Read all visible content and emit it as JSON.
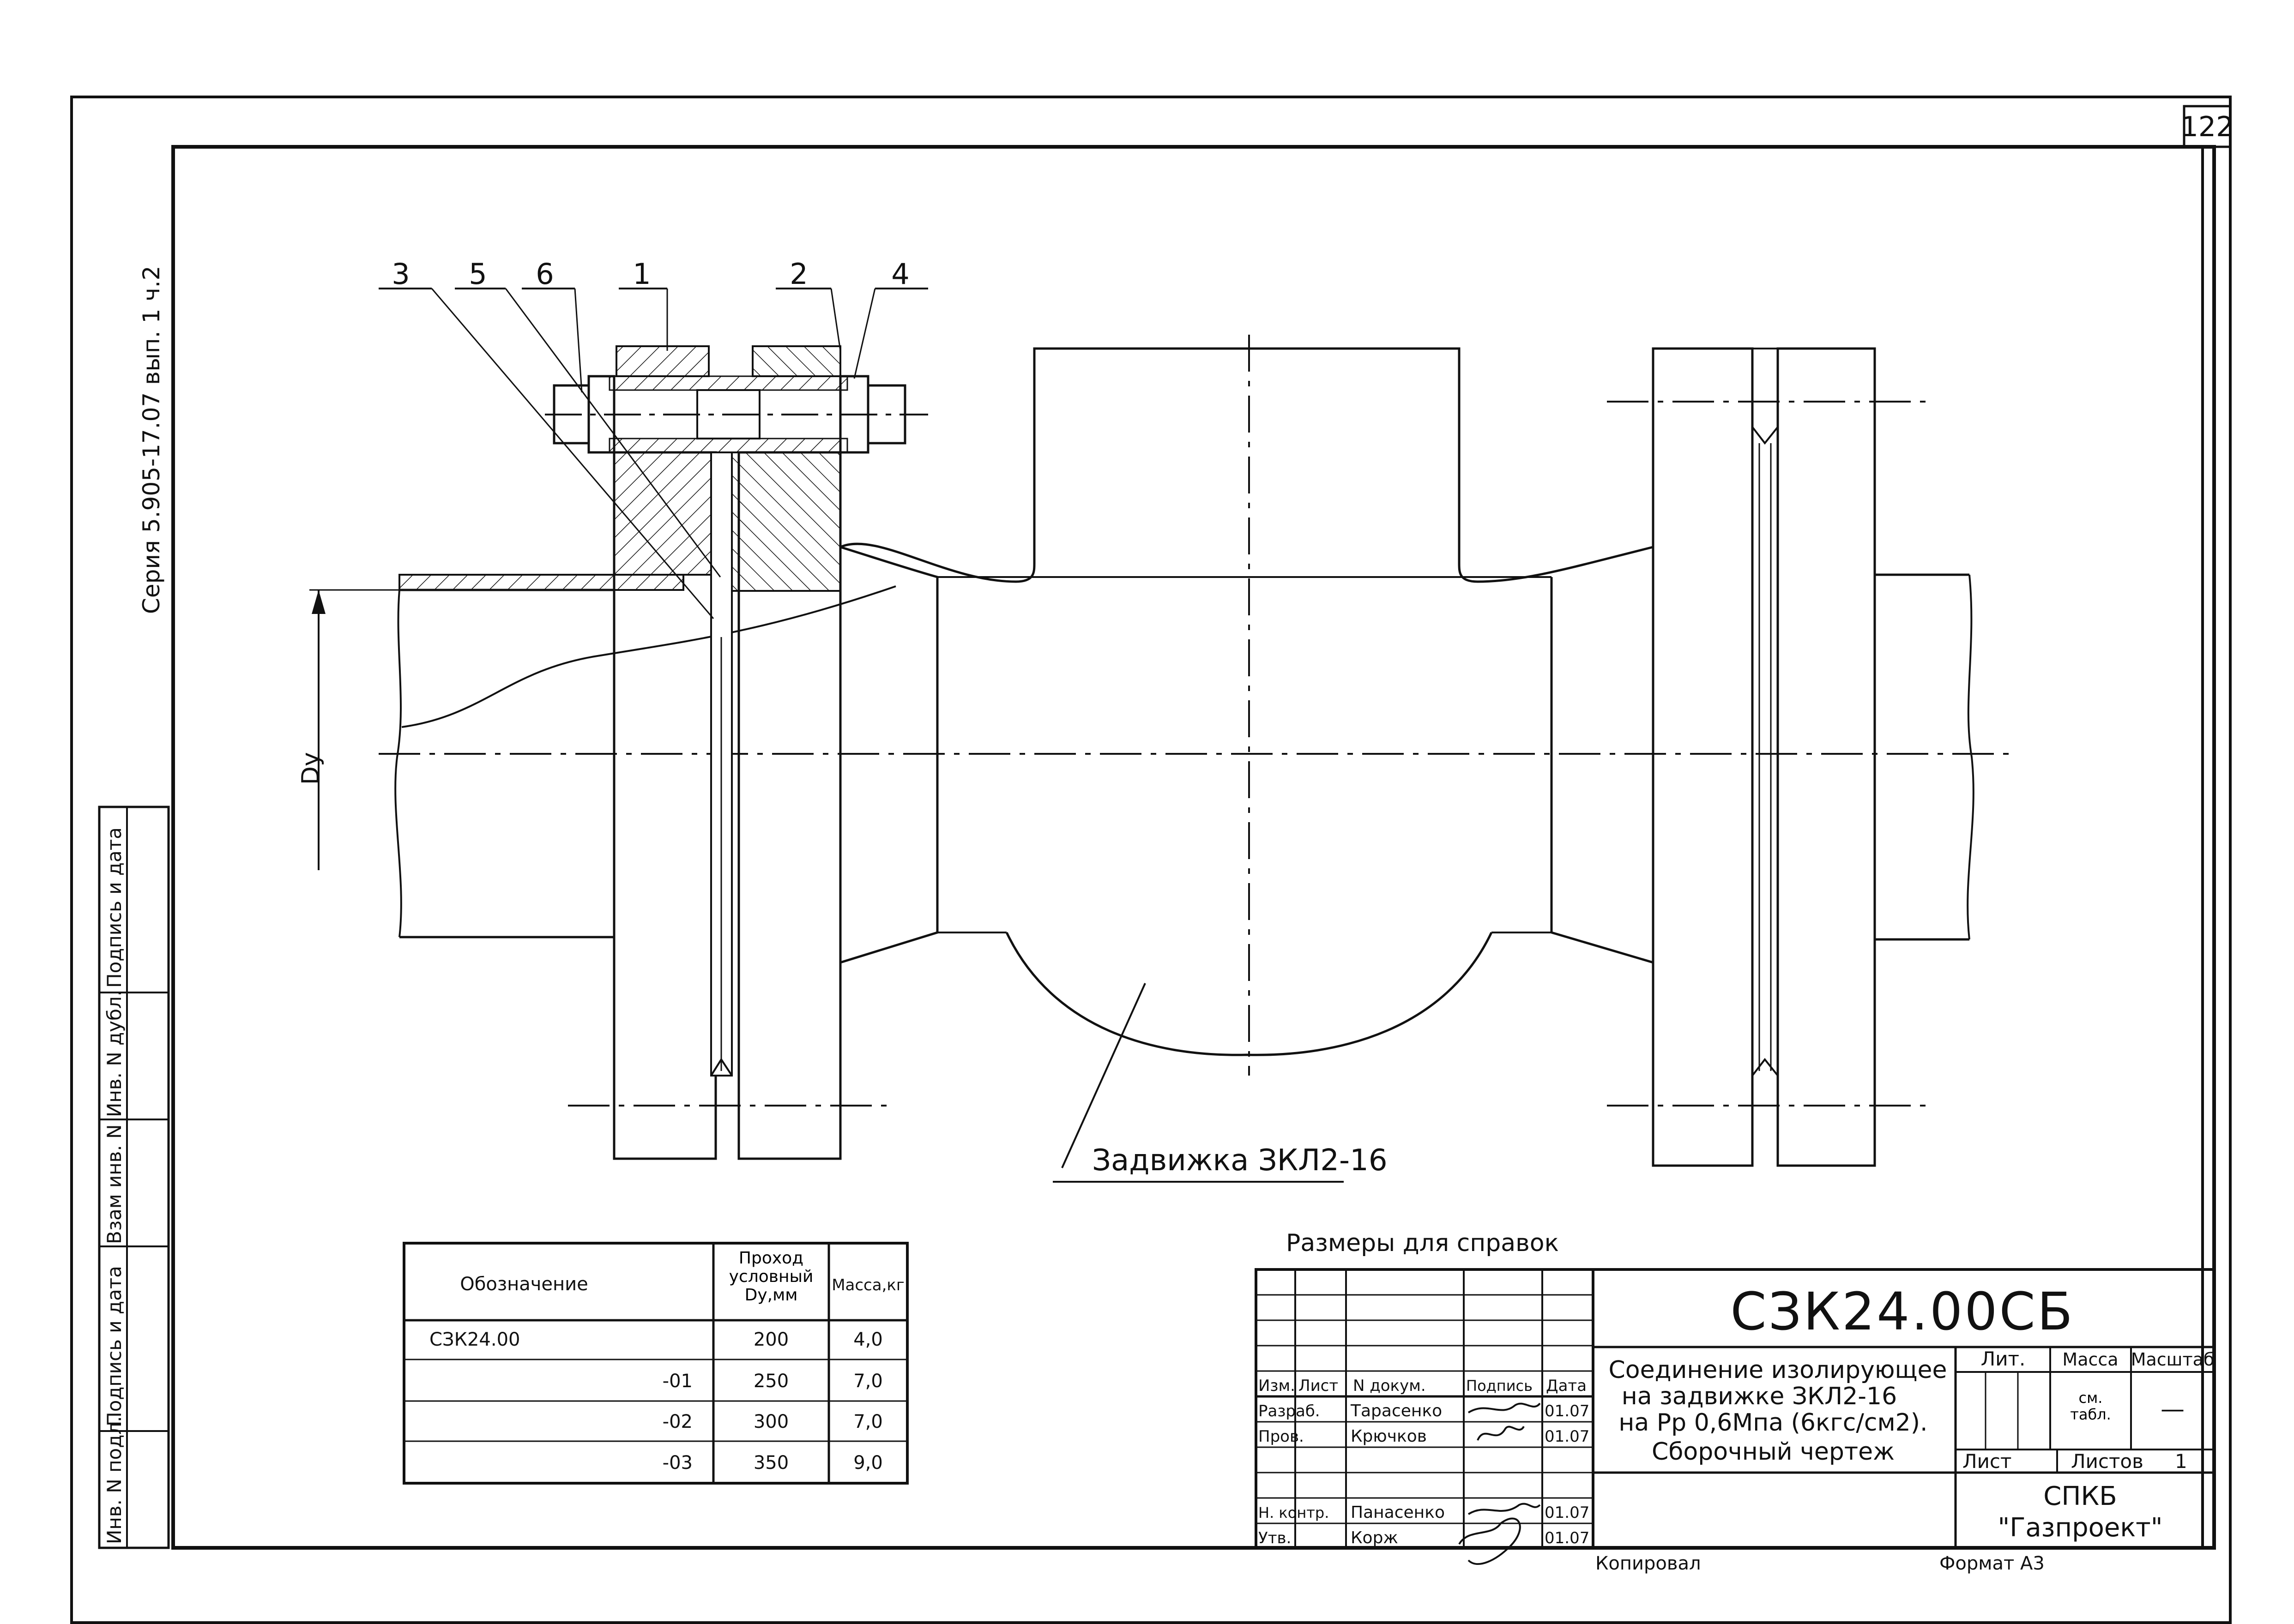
{
  "sheet": {
    "page_number": "122",
    "series_text": "Серия 5.905-17.07 вып. 1 ч.2",
    "side_stamp": [
      "Инв. N подл.",
      "Подпись и дата",
      "Взам инв. N",
      "Инв. N дубл.",
      "Подпись и дата"
    ]
  },
  "drawing": {
    "callouts": [
      "3",
      "5",
      "6",
      "1",
      "2",
      "4"
    ],
    "dy_label": "Dy",
    "valve_label": "Задвижка ЗКЛ2-16"
  },
  "spec_table": {
    "headers": [
      "Обозначение",
      "Проход условный Dy,мм",
      "Масса,кг"
    ],
    "rows": [
      {
        "designation": "СЗК24.00",
        "dy": "200",
        "mass": "4,0"
      },
      {
        "designation": "-01",
        "dy": "250",
        "mass": "7,0"
      },
      {
        "designation": "-02",
        "dy": "300",
        "mass": "7,0"
      },
      {
        "designation": "-03",
        "dy": "350",
        "mass": "9,0"
      }
    ]
  },
  "notes": {
    "reference_dims": "Размеры для справок"
  },
  "title_block": {
    "designation": "СЗК24.00СБ",
    "title_lines": [
      "Соединение изолирующее",
      "на задвижке ЗКЛ2-16",
      "на Рр 0,6Мпа (6кгс/см2).",
      "Сборочный чертеж"
    ],
    "col_headers": [
      "Изм.",
      "Лист",
      "N докум.",
      "Подпись",
      "Дата"
    ],
    "signers": [
      {
        "role": "Разраб.",
        "name": "Тарасенко",
        "date": "01.07"
      },
      {
        "role": "Пров.",
        "name": "Крючков",
        "date": "01.07"
      },
      {
        "role": "Н. контр.",
        "name": "Панасенко",
        "date": "01.07"
      },
      {
        "role": "Утв.",
        "name": "Корж",
        "date": "01.07"
      }
    ],
    "lit_label": "Лит.",
    "mass_label": "Масса",
    "scale_label": "Масштаб",
    "mass_value": "см. табл.",
    "scale_value": "—",
    "sheet_label": "Лист",
    "sheets_label": "Листов",
    "sheets_count": "1",
    "org_line1": "СПКБ",
    "org_line2": "\"Газпроект\"",
    "copied_label": "Копировал",
    "format_label": "Формат А3"
  }
}
